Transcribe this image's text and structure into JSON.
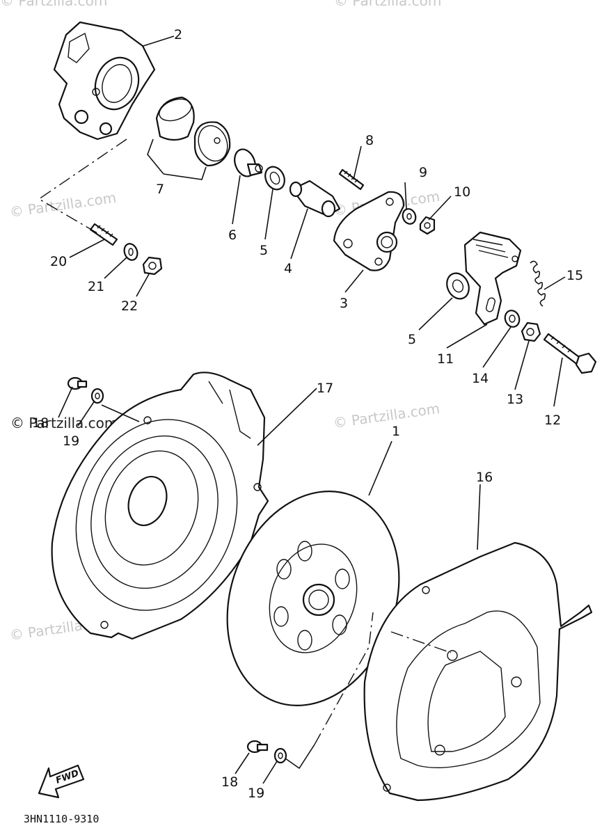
{
  "watermark": "© Partzilla.com",
  "diagram_code": "3HN1110-9310",
  "fwd_label": "FWD",
  "callouts": {
    "c1": "1",
    "c2": "2",
    "c3": "3",
    "c4": "4",
    "c5a": "5",
    "c5b": "5",
    "c6": "6",
    "c7": "7",
    "c8": "8",
    "c9": "9",
    "c10": "10",
    "c11": "11",
    "c12": "12",
    "c13": "13",
    "c14": "14",
    "c15": "15",
    "c16": "16",
    "c17": "17",
    "c18a": "18",
    "c18b": "18",
    "c19a": "19",
    "c19b": "19",
    "c20": "20",
    "c21": "21",
    "c22": "22"
  }
}
